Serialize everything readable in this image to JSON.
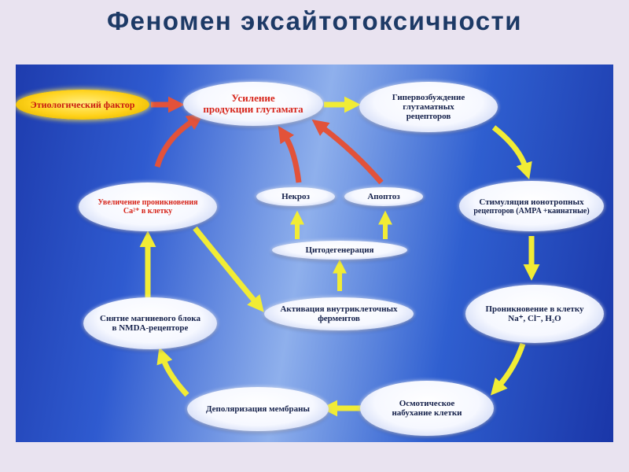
{
  "title": "Феномен эксайтотоксичности",
  "nodes": {
    "etiology": "Этиологический фактор",
    "glutamate": [
      "Усиление",
      "продукции глутамата"
    ],
    "hyperexcitation": [
      "Гипервозбуждение",
      "глутаматных",
      "рецепторов"
    ],
    "ionotropic": [
      "Стимуляция ионотропных",
      "рецепторов (AMPA +каинатные)"
    ],
    "ion_entry": [
      "Проникновение в клетку",
      "Na⁺, Cl⁻, H₂O"
    ],
    "osmotic": [
      "Осмотическое",
      "набухание клетки"
    ],
    "depolarization": "Деполяризация мембраны",
    "magnesium": [
      "Снятие магниевого блока",
      "в NMDA-рецепторе"
    ],
    "calcium": [
      "Увеличение проникновения",
      "Ca²⁺ в клетку"
    ],
    "enzymes": [
      "Активация внутриклеточных",
      "ферментов"
    ],
    "cytodegeneration": "Цитодегенерация",
    "necrosis": "Некроз",
    "apoptosis": "Апоптоз"
  },
  "colors": {
    "yellow_arrow": "#f1ec35",
    "red_arrow": "#e2523a",
    "title": "#1d3a66"
  }
}
